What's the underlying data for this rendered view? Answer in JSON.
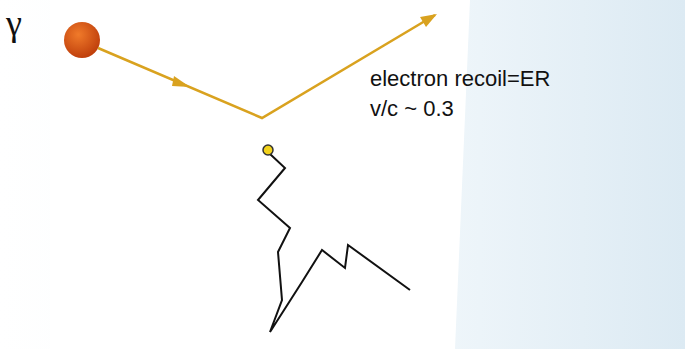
{
  "diagram": {
    "labels": [
      "γ",
      "electron recoil=ER",
      "v/c ~ 0.3"
    ]
  }
}
